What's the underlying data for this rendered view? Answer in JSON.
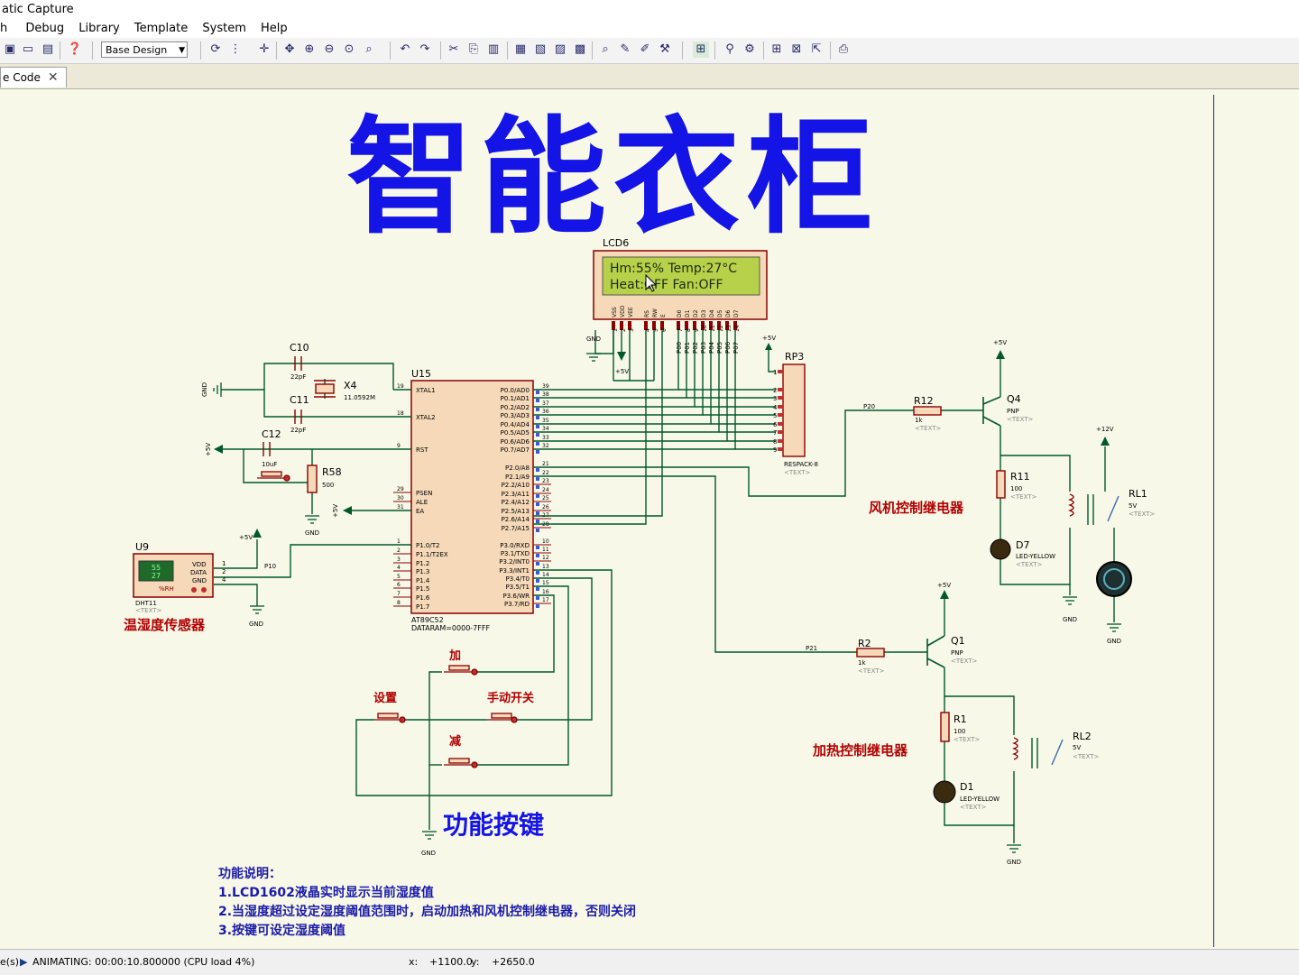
{
  "window": {
    "title": "atic Capture"
  },
  "menu": {
    "items": [
      "h",
      "Debug",
      "Library",
      "Template",
      "System",
      "Help"
    ]
  },
  "toolbar": {
    "design_select": "Base Design"
  },
  "tab": {
    "label": "e Code",
    "close": "✕"
  },
  "schematic": {
    "title": "智能衣柜",
    "lcd": {
      "ref": "LCD6",
      "line1": "Hm:55% Temp:27°C",
      "line2": "Heat:OFF Fan:OFF",
      "pins": [
        "VSS",
        "VDD",
        "VEE",
        "RS",
        "RW",
        "E",
        "D0",
        "D1",
        "D2",
        "D3",
        "D4",
        "D5",
        "D6",
        "D7"
      ],
      "pin_nums": [
        "1",
        "2",
        "3",
        "4",
        "5",
        "6",
        "7",
        "8",
        "9",
        "10",
        "11",
        "12",
        "13",
        "14"
      ],
      "bus_labels": [
        "P00",
        "P01",
        "P02",
        "P03",
        "P04",
        "P05",
        "P06",
        "P07"
      ]
    },
    "mcu": {
      "ref": "U15",
      "part": "AT89C52",
      "dataram": "DATARAM=0000-7FFF",
      "left_pins": [
        {
          "num": "19",
          "name": "XTAL1"
        },
        {
          "num": "18",
          "name": "XTAL2"
        },
        {
          "num": "9",
          "name": "RST"
        },
        {
          "num": "29",
          "name": "PSEN"
        },
        {
          "num": "30",
          "name": "ALE"
        },
        {
          "num": "31",
          "name": "EA"
        },
        {
          "num": "1",
          "name": "P1.0/T2"
        },
        {
          "num": "2",
          "name": "P1.1/T2EX"
        },
        {
          "num": "3",
          "name": "P1.2"
        },
        {
          "num": "4",
          "name": "P1.3"
        },
        {
          "num": "5",
          "name": "P1.4"
        },
        {
          "num": "6",
          "name": "P1.5"
        },
        {
          "num": "7",
          "name": "P1.6"
        },
        {
          "num": "8",
          "name": "P1.7"
        }
      ],
      "right_pins": [
        {
          "num": "39",
          "name": "P0.0/AD0"
        },
        {
          "num": "38",
          "name": "P0.1/AD1"
        },
        {
          "num": "37",
          "name": "P0.2/AD2"
        },
        {
          "num": "36",
          "name": "P0.3/AD3"
        },
        {
          "num": "35",
          "name": "P0.4/AD4"
        },
        {
          "num": "34",
          "name": "P0.5/AD5"
        },
        {
          "num": "33",
          "name": "P0.6/AD6"
        },
        {
          "num": "32",
          "name": "P0.7/AD7"
        },
        {
          "num": "21",
          "name": "P2.0/A8"
        },
        {
          "num": "22",
          "name": "P2.1/A9"
        },
        {
          "num": "23",
          "name": "P2.2/A10"
        },
        {
          "num": "24",
          "name": "P2.3/A11"
        },
        {
          "num": "25",
          "name": "P2.4/A12"
        },
        {
          "num": "26",
          "name": "P2.5/A13"
        },
        {
          "num": "27",
          "name": "P2.6/A14"
        },
        {
          "num": "28",
          "name": "P2.7/A15"
        },
        {
          "num": "10",
          "name": "P3.0/RXD"
        },
        {
          "num": "11",
          "name": "P3.1/TXD"
        },
        {
          "num": "12",
          "name": "P3.2/INT0"
        },
        {
          "num": "13",
          "name": "P3.3/INT1"
        },
        {
          "num": "14",
          "name": "P3.4/T0"
        },
        {
          "num": "15",
          "name": "P3.5/T1"
        },
        {
          "num": "16",
          "name": "P3.6/WR"
        },
        {
          "num": "17",
          "name": "P3.7/RD"
        }
      ]
    },
    "parts": {
      "c10": "C10",
      "c10_val": "22pF",
      "c11": "C11",
      "c11_val": "22pF",
      "x4": "X4",
      "x4_val": "11.0592M",
      "c12": "C12",
      "c12_val": "10uF",
      "r58": "R58",
      "r58_val": "500",
      "rp3": "RP3",
      "rp3_part": "RESPACK-8",
      "rp3_pins": [
        "1",
        "2",
        "3",
        "4",
        "5",
        "6",
        "7",
        "8",
        "9"
      ],
      "u9": "U9",
      "u9_part": "DHT11",
      "u9_disp1": "55",
      "u9_disp2": "27",
      "u9_rh": "%RH",
      "u9_vdd": "VDD",
      "u9_data": "DATA",
      "u9_gnd": "GND",
      "u9_pin1": "1",
      "u9_pin2": "2",
      "u9_pin4": "4",
      "r12": "R12",
      "r12_val": "1k",
      "q4": "Q4",
      "q4_type": "PNP",
      "r11": "R11",
      "r11_val": "100",
      "d7": "D7",
      "d7_part": "LED-YELLOW",
      "rl1": "RL1",
      "rl1_val": "5V",
      "r2": "R2",
      "r2_val": "1k",
      "q1": "Q1",
      "q1_type": "PNP",
      "r1": "R1",
      "r1_val": "100",
      "d1": "D1",
      "d1_part": "LED-YELLOW",
      "rl2": "RL2",
      "rl2_val": "5V",
      "text_tag": "<TEXT>"
    },
    "nets": {
      "gnd": "GND",
      "p5v": "+5V",
      "p12v": "+12V",
      "p20": "P20",
      "p21": "P21",
      "p10": "P10"
    },
    "captions": {
      "sensor": "温湿度传感器",
      "fan_relay": "风机控制继电器",
      "heat_relay": "加热控制继电器",
      "btn_add": "加",
      "btn_set": "设置",
      "btn_manual": "手动开关",
      "btn_sub": "减",
      "buttons": "功能按键"
    },
    "description": {
      "heading": "功能说明：",
      "lines": [
        "1.LCD1602液晶实时显示当前湿度值",
        "2.当湿度超过设定湿度阈值范围时，启动加热和风机控制继电器，否则关闭",
        "3.按键可设定湿度阈值"
      ]
    }
  },
  "status": {
    "left": "e(s)",
    "animating": "ANIMATING: 00:00:10.800000 (CPU load 4%)",
    "x_label": "x:",
    "x_val": "+1100.0",
    "y_label": "y:",
    "y_val": "+2650.0"
  },
  "colors": {
    "wire": "#00592b",
    "component": "#8b0000",
    "comp_fill": "#f5d9b8",
    "label_blue": "#1a1aa8",
    "caption_red": "#b00000",
    "title_blue": "#1414e6",
    "lcd_green": "#b7d24a"
  }
}
